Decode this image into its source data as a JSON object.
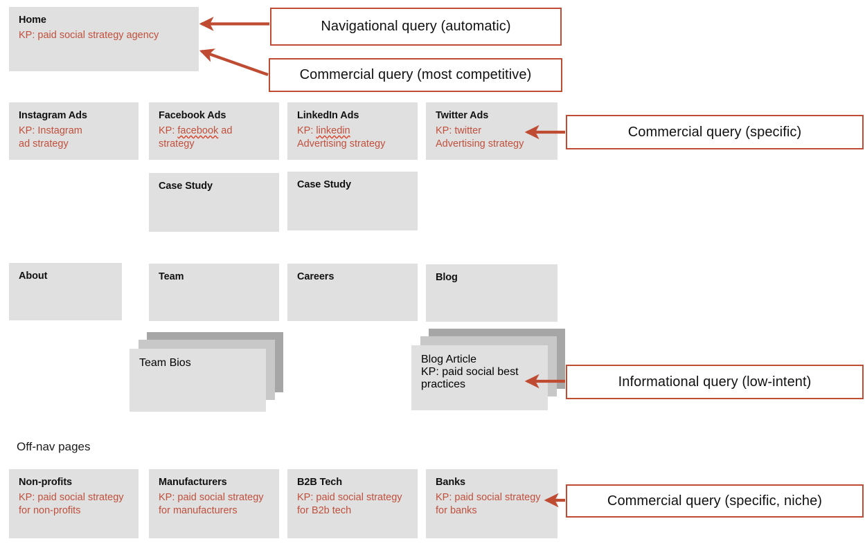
{
  "diagram": {
    "title_text_color": "#111111",
    "keyword_color": "#c0503c",
    "node_fill": "#e0e0e0",
    "stack_back_fill": "#a6a6a6",
    "stack_mid_fill": "#c8c8c8",
    "callout_border_color": "#bf4b33",
    "connector_color": "#bf4b33"
  },
  "nodes": {
    "home": {
      "title": "Home",
      "kp": "KP: paid social strategy agency"
    },
    "instagram_ads": {
      "title": "Instagram Ads",
      "kp_prefix": "KP: Instagram",
      "kp_rest": "ad strategy"
    },
    "facebook_ads": {
      "title": "Facebook Ads",
      "kp_prefix": "KP: ",
      "kp_misspelled": "facebook",
      "kp_rest": " ad\nstrategy"
    },
    "linkedin_ads": {
      "title": "LinkedIn Ads",
      "kp_prefix": "KP: ",
      "kp_misspelled": "linkedin",
      "kp_rest": "\nAdvertising strategy"
    },
    "twitter_ads": {
      "title": "Twitter Ads",
      "kp_prefix": "KP: twitter",
      "kp_rest": "Advertising strategy"
    },
    "case_study_1": {
      "title": "Case Study",
      "kp": ""
    },
    "case_study_2": {
      "title": "Case Study",
      "kp": ""
    },
    "about": {
      "title": "About",
      "kp": ""
    },
    "team": {
      "title": "Team",
      "kp": ""
    },
    "careers": {
      "title": "Careers",
      "kp": ""
    },
    "blog": {
      "title": "Blog",
      "kp": ""
    },
    "team_bios": {
      "title": "Team Bios",
      "kp": ""
    },
    "blog_article": {
      "title": "Blog Article",
      "kp": "KP: paid social\nbest practices"
    },
    "non_profits": {
      "title": "Non-profits",
      "kp": "KP: paid social strategy\nfor non-profits"
    },
    "manufacturers": {
      "title": "Manufacturers",
      "kp": "KP: paid social strategy\nfor manufacturers"
    },
    "b2b_tech": {
      "title": "B2B Tech",
      "kp": "KP: paid social strategy\nfor  B2b tech"
    },
    "banks": {
      "title": "Banks",
      "kp": "KP: paid social strategy\nfor banks"
    }
  },
  "section_labels": {
    "off_nav": "Off-nav pages"
  },
  "callouts": {
    "navigational": "Navigational query (automatic)",
    "commercial_most_competitive": "Commercial query (most competitive)",
    "commercial_specific": "Commercial query (specific)",
    "informational_low_intent": "Informational query (low-intent)",
    "commercial_specific_niche": "Commercial query (specific, niche)"
  }
}
